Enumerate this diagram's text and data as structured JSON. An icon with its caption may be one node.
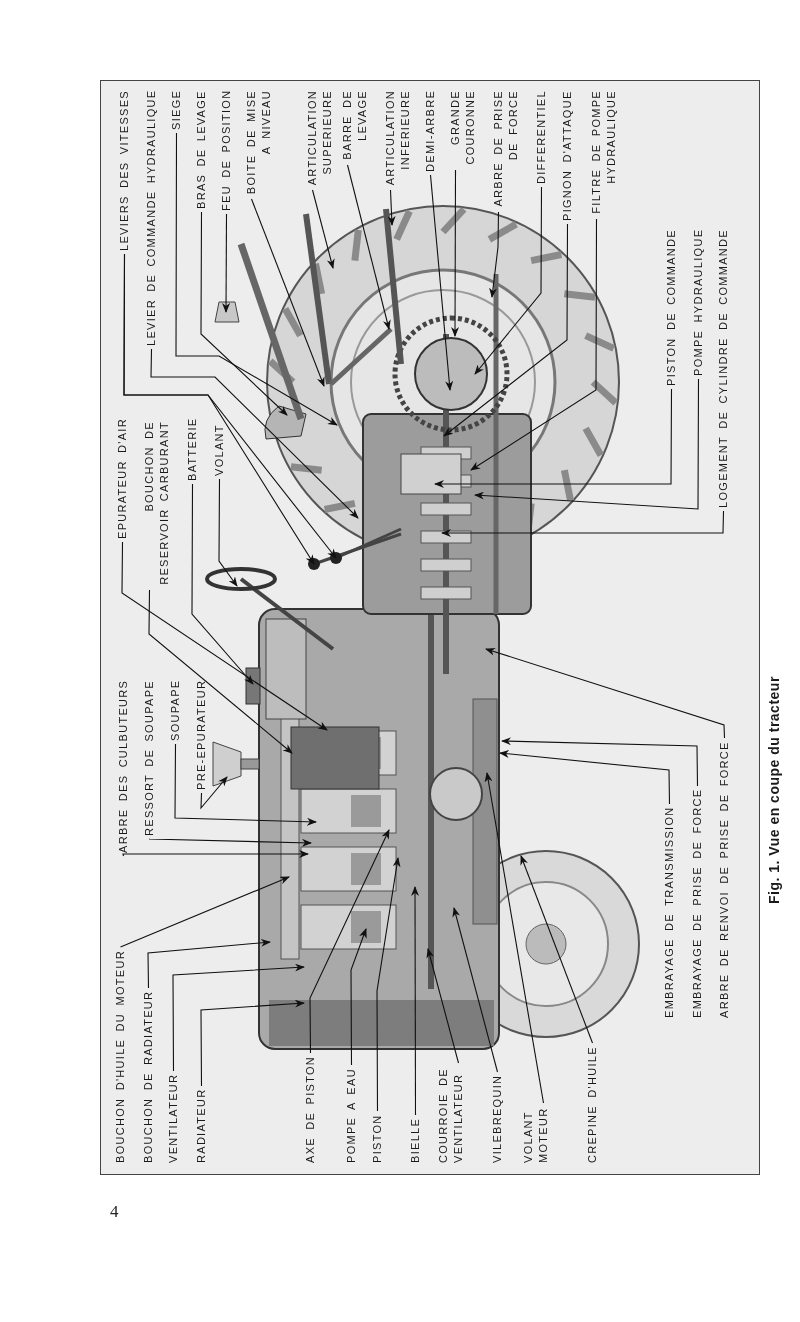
{
  "diagram": {
    "caption": "Fig. 1. Vue en coupe du tracteur",
    "nodes": [
      {
        "text": [
          "BOUCHON D'HUILE DU MOTEUR"
        ]
      },
      {
        "text": [
          "BOUCHON DE RADIATEUR"
        ]
      },
      {
        "text": [
          "VENTILATEUR"
        ]
      },
      {
        "text": [
          "RADIATEUR"
        ]
      },
      {
        "text": [
          "AXE DE PISTON"
        ]
      },
      {
        "text": [
          "POMPE A EAU"
        ]
      },
      {
        "text": [
          "PISTON"
        ]
      },
      {
        "text": [
          "BIELLE"
        ]
      },
      {
        "text": [
          "COURROIE DE VENTILATEUR"
        ]
      },
      {
        "text": [
          "VILEBREQUIN"
        ]
      },
      {
        "text": [
          "VOLANT MOTEUR"
        ]
      },
      {
        "text": [
          "CREPINE D'HUILE"
        ]
      },
      {
        "text": [
          "ARBRE DES CULBUTEURS"
        ]
      },
      {
        "text": [
          "RESSORT DE SOUPAPE"
        ]
      },
      {
        "text": [
          "SOUPAPE"
        ]
      },
      {
        "text": [
          "PRE-EPURATEUR"
        ]
      },
      {
        "text": [
          "EPURATEUR D'AIR"
        ]
      },
      {
        "text": [
          "BOUCHON DE RESERVOIR CARBURANT"
        ]
      },
      {
        "text": [
          "BATTERIE"
        ]
      },
      {
        "text": [
          "VOLANT"
        ]
      },
      {
        "text": [
          "LEVIERS DES VITESSES"
        ]
      },
      {
        "text": [
          "LEVIER DE COMMANDE HYDRAULIQUE"
        ]
      },
      {
        "text": [
          "SIEGE"
        ]
      },
      {
        "text": [
          "BRAS DE LEVAGE"
        ]
      },
      {
        "text": [
          "FEU DE POSITION"
        ]
      },
      {
        "text": [
          "BOITE DE MISE A NIVEAU"
        ]
      },
      {
        "text": [
          "ARTICULATION SUPERIEURE"
        ]
      },
      {
        "text": [
          "BARRE DE LEVAGE"
        ]
      },
      {
        "text": [
          "ARTICULATION INFERIEURE"
        ]
      },
      {
        "text": [
          "DEMI-ARBRE"
        ]
      },
      {
        "text": [
          "GRANDE COURONNE"
        ]
      },
      {
        "text": [
          "ARBRE DE PRISE DE FORCE"
        ]
      },
      {
        "text": [
          "DIFFERENTIEL"
        ]
      },
      {
        "text": [
          "PIGNON D'ATTAQUE"
        ]
      },
      {
        "text": [
          "FILTRE DE POMPE HYDRAULIQUE"
        ]
      },
      {
        "text": [
          "PISTON DE COMMANDE"
        ]
      },
      {
        "text": [
          "POMPE HYDRAULIQUE"
        ]
      },
      {
        "text": [
          "LOGEMENT DE CYLINDRE DE COMMANDE"
        ]
      },
      {
        "text": [
          "EMBRAYAGE DE TRANSMISSION"
        ]
      },
      {
        "text": [
          "EMBRAYAGE DE PRISE DE FORCE"
        ]
      },
      {
        "text": [
          "ARBRE DE RENVOI DE PRISE DE FORCE"
        ]
      }
    ],
    "edges": [
      {
        "from": 0,
        "to": null,
        "arrow": "to"
      },
      {
        "from": 1,
        "to": null,
        "arrow": "to"
      },
      {
        "from": 2,
        "to": null,
        "arrow": "to"
      },
      {
        "from": 3,
        "to": null,
        "arrow": "to"
      },
      {
        "from": 4,
        "to": null,
        "arrow": "to"
      },
      {
        "from": 5,
        "to": null,
        "arrow": "to"
      },
      {
        "from": 6,
        "to": null,
        "arrow": "to"
      },
      {
        "from": 7,
        "to": null,
        "arrow": "to"
      },
      {
        "from": 8,
        "to": null,
        "arrow": "to"
      },
      {
        "from": 9,
        "to": null,
        "arrow": "to"
      },
      {
        "from": 10,
        "to": null,
        "arrow": "to"
      },
      {
        "from": 11,
        "to": null,
        "arrow": "to"
      },
      {
        "from": 12,
        "to": null,
        "arrow": "to"
      },
      {
        "from": 13,
        "to": null,
        "arrow": "to"
      },
      {
        "from": 14,
        "to": null,
        "arrow": "to"
      },
      {
        "from": 15,
        "to": null,
        "arrow": "to"
      },
      {
        "from": 16,
        "to": null,
        "arrow": "to"
      },
      {
        "from": 17,
        "to": null,
        "arrow": "to"
      },
      {
        "from": 18,
        "to": null,
        "arrow": "to"
      },
      {
        "from": 19,
        "to": null,
        "arrow": "to"
      },
      {
        "from": 20,
        "to": null,
        "arrow": "to"
      },
      {
        "from": 20,
        "to": null,
        "arrow": "to"
      },
      {
        "from": 21,
        "to": null,
        "arrow": "to"
      },
      {
        "from": 22,
        "to": null,
        "arrow": "to"
      },
      {
        "from": 23,
        "to": null,
        "arrow": "to"
      },
      {
        "from": 24,
        "to": null,
        "arrow": "to"
      },
      {
        "from": 25,
        "to": null,
        "arrow": "to"
      },
      {
        "from": 26,
        "to": null,
        "arrow": "to"
      },
      {
        "from": 27,
        "to": null,
        "arrow": "to"
      },
      {
        "from": 28,
        "to": null,
        "arrow": "to"
      },
      {
        "from": 29,
        "to": null,
        "arrow": "to"
      },
      {
        "from": 30,
        "to": null,
        "arrow": "to"
      },
      {
        "from": 31,
        "to": null,
        "arrow": "to"
      },
      {
        "from": 32,
        "to": null,
        "arrow": "to"
      },
      {
        "from": 33,
        "to": null,
        "arrow": "to"
      },
      {
        "from": 34,
        "to": null,
        "arrow": "to"
      },
      {
        "from": 35,
        "to": null,
        "arrow": "to"
      },
      {
        "from": 36,
        "to": null,
        "arrow": "to"
      },
      {
        "from": 37,
        "to": null,
        "arrow": "to"
      },
      {
        "from": 38,
        "to": null,
        "arrow": "to"
      },
      {
        "from": 39,
        "to": null,
        "arrow": "to"
      },
      {
        "from": 40,
        "to": null,
        "arrow": "to"
      }
    ],
    "labels": [
      "4"
    ]
  }
}
